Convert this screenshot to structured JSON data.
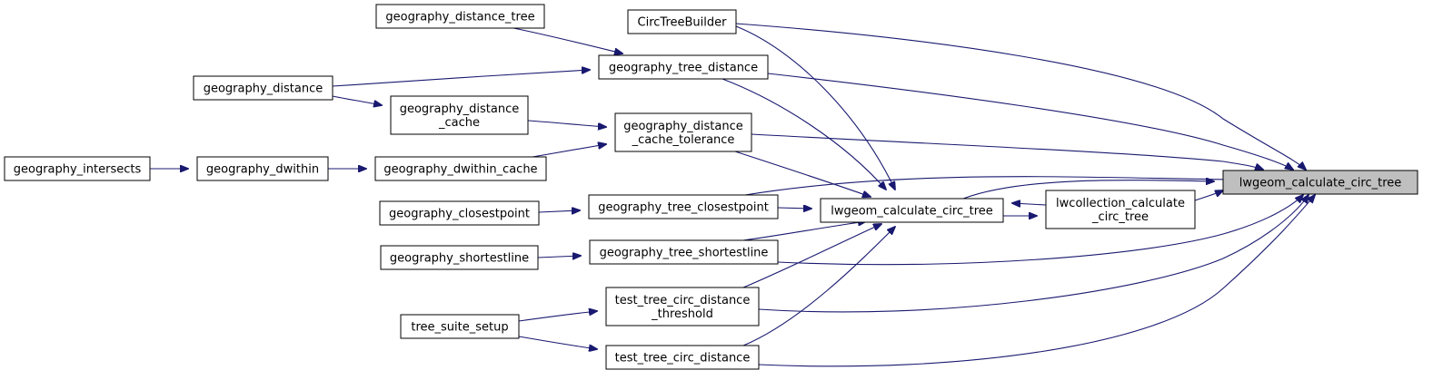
{
  "diagram": {
    "type": "call-graph",
    "focus_node": "lwgeom_calculate_circ_tree",
    "colors": {
      "edge": "#191970",
      "focus_fill": "#bfbfbf",
      "node_border": "#000000",
      "background": "#ffffff"
    },
    "nodes": [
      {
        "id": "focus",
        "lines": [
          "lwgeom_calculate_circ_tree"
        ]
      },
      {
        "id": "lwgeom_calc",
        "lines": [
          "lwgeom_calculate_circ_tree"
        ]
      },
      {
        "id": "lwcoll",
        "lines": [
          "lwcollection_calculate",
          "_circ_tree"
        ]
      },
      {
        "id": "circtreebuilder",
        "lines": [
          "CircTreeBuilder"
        ]
      },
      {
        "id": "geo_tree_distance",
        "lines": [
          "geography_tree_distance"
        ]
      },
      {
        "id": "geo_distance_tree",
        "lines": [
          "geography_distance_tree"
        ]
      },
      {
        "id": "geo_distance",
        "lines": [
          "geography_distance"
        ]
      },
      {
        "id": "geo_distance_cache",
        "lines": [
          "geography_distance",
          "_cache"
        ]
      },
      {
        "id": "geo_dc_tolerance",
        "lines": [
          "geography_distance",
          "_cache_tolerance"
        ]
      },
      {
        "id": "geo_dwithin_cache",
        "lines": [
          "geography_dwithin_cache"
        ]
      },
      {
        "id": "geo_dwithin",
        "lines": [
          "geography_dwithin"
        ]
      },
      {
        "id": "geo_intersects",
        "lines": [
          "geography_intersects"
        ]
      },
      {
        "id": "geo_tree_closestpoint",
        "lines": [
          "geography_tree_closestpoint"
        ]
      },
      {
        "id": "geo_closestpoint",
        "lines": [
          "geography_closestpoint"
        ]
      },
      {
        "id": "geo_tree_shortestline",
        "lines": [
          "geography_tree_shortestline"
        ]
      },
      {
        "id": "geo_shortestline",
        "lines": [
          "geography_shortestline"
        ]
      },
      {
        "id": "test_threshold",
        "lines": [
          "test_tree_circ_distance",
          "_threshold"
        ]
      },
      {
        "id": "test_circ_distance",
        "lines": [
          "test_tree_circ_distance"
        ]
      },
      {
        "id": "tree_suite_setup",
        "lines": [
          "tree_suite_setup"
        ]
      }
    ],
    "edges": [
      {
        "from": "lwgeom_calc",
        "to": "focus"
      },
      {
        "from": "lwcoll",
        "to": "focus"
      },
      {
        "from": "circtreebuilder",
        "to": "focus"
      },
      {
        "from": "geo_tree_distance",
        "to": "focus"
      },
      {
        "from": "geo_dc_tolerance",
        "to": "focus"
      },
      {
        "from": "geo_tree_closestpoint",
        "to": "focus"
      },
      {
        "from": "geo_tree_shortestline",
        "to": "focus"
      },
      {
        "from": "test_threshold",
        "to": "focus"
      },
      {
        "from": "test_circ_distance",
        "to": "focus"
      },
      {
        "from": "lwgeom_calc",
        "to": "lwcoll"
      },
      {
        "from": "lwcoll",
        "to": "lwgeom_calc"
      },
      {
        "from": "circtreebuilder",
        "to": "lwgeom_calc"
      },
      {
        "from": "geo_tree_distance",
        "to": "lwgeom_calc"
      },
      {
        "from": "geo_dc_tolerance",
        "to": "lwgeom_calc"
      },
      {
        "from": "geo_tree_closestpoint",
        "to": "lwgeom_calc"
      },
      {
        "from": "geo_tree_shortestline",
        "to": "lwgeom_calc"
      },
      {
        "from": "test_threshold",
        "to": "lwgeom_calc"
      },
      {
        "from": "test_circ_distance",
        "to": "lwgeom_calc"
      },
      {
        "from": "geo_distance_tree",
        "to": "geo_tree_distance"
      },
      {
        "from": "geo_distance",
        "to": "geo_tree_distance"
      },
      {
        "from": "geo_distance",
        "to": "geo_distance_cache"
      },
      {
        "from": "geo_distance_cache",
        "to": "geo_dc_tolerance"
      },
      {
        "from": "geo_dwithin_cache",
        "to": "geo_dc_tolerance"
      },
      {
        "from": "geo_dwithin",
        "to": "geo_dwithin_cache"
      },
      {
        "from": "geo_intersects",
        "to": "geo_dwithin"
      },
      {
        "from": "geo_closestpoint",
        "to": "geo_tree_closestpoint"
      },
      {
        "from": "geo_shortestline",
        "to": "geo_tree_shortestline"
      },
      {
        "from": "tree_suite_setup",
        "to": "test_threshold"
      },
      {
        "from": "tree_suite_setup",
        "to": "test_circ_distance"
      }
    ]
  }
}
